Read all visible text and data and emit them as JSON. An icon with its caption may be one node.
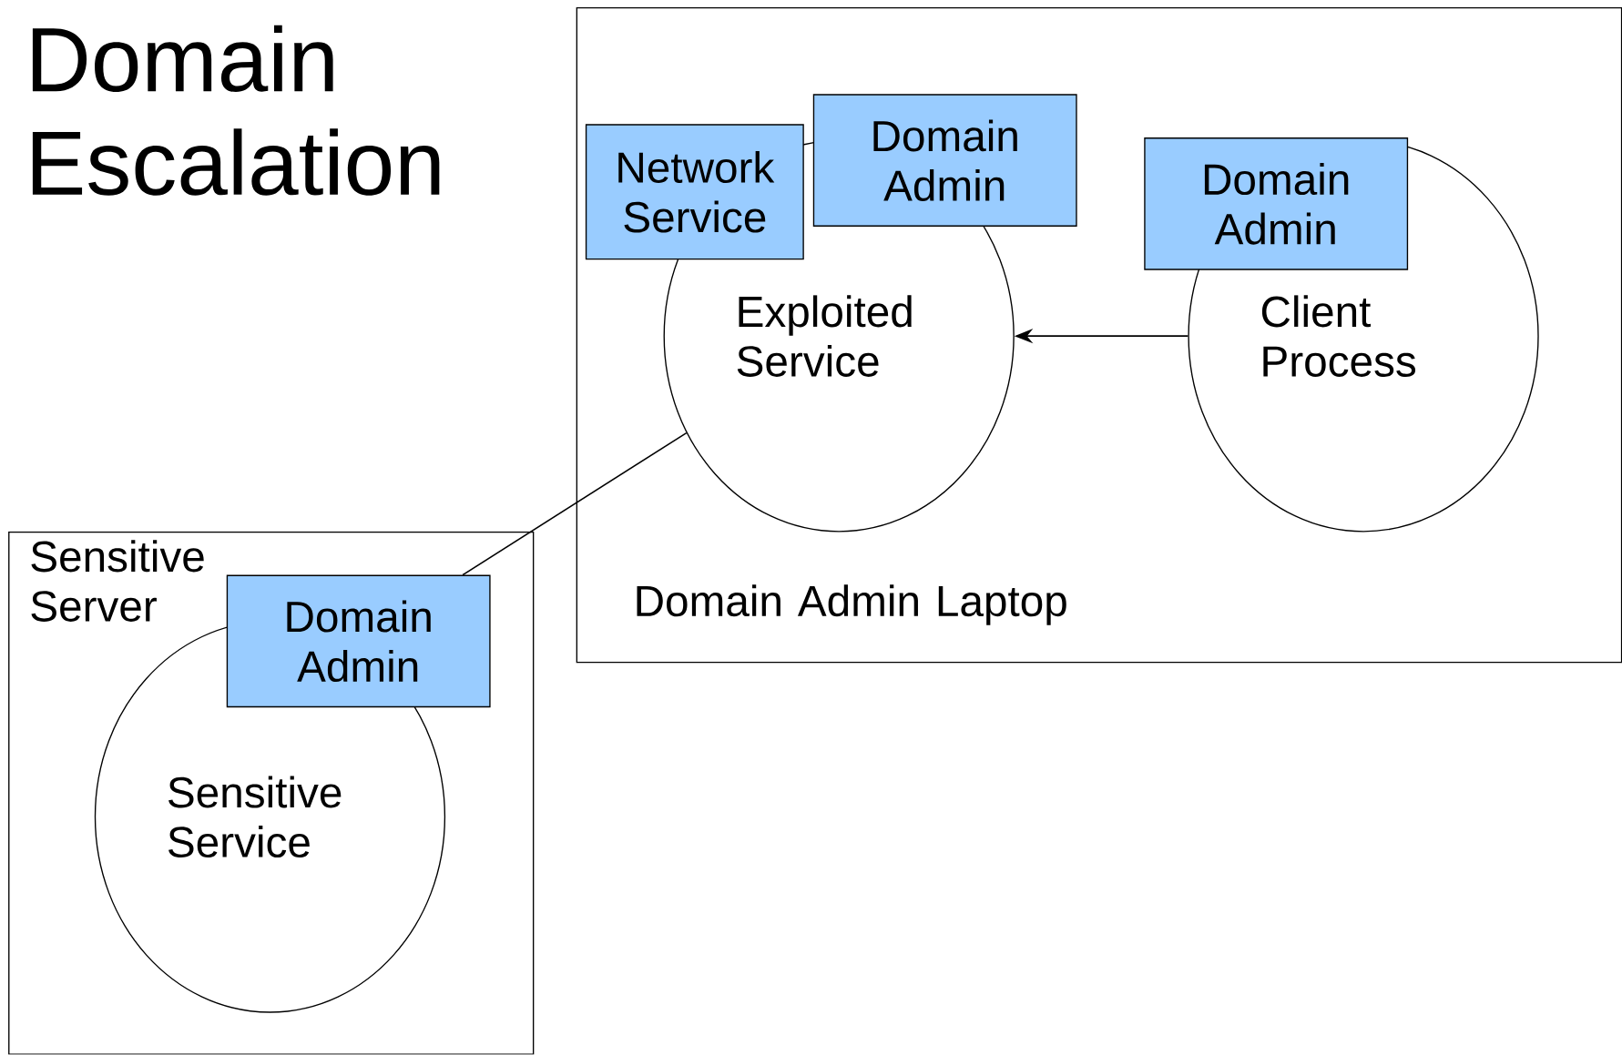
{
  "diagram": {
    "title": "Domain Escalation",
    "nodes": [
      {
        "text": [
          "Domain Admin Laptop"
        ]
      },
      {
        "text": [
          "Network Service"
        ],
        "in": 0
      },
      {
        "text": [
          "Domain Admin"
        ],
        "in": 0
      },
      {
        "text": [
          "Exploited Service"
        ],
        "in": 0
      },
      {
        "text": [
          "Domain Admin"
        ],
        "in": 0
      },
      {
        "text": [
          "Client Process"
        ],
        "in": 0
      },
      {
        "text": [
          "Sensitive Server"
        ]
      },
      {
        "text": [
          "Domain Admin"
        ],
        "in": 6
      },
      {
        "text": [
          "Sensitive Service"
        ],
        "in": 6
      }
    ],
    "edges": [
      {
        "from": 5,
        "to": 3,
        "arrow": "to"
      },
      {
        "from": 7,
        "to": 3,
        "arrow": "none"
      }
    ]
  }
}
